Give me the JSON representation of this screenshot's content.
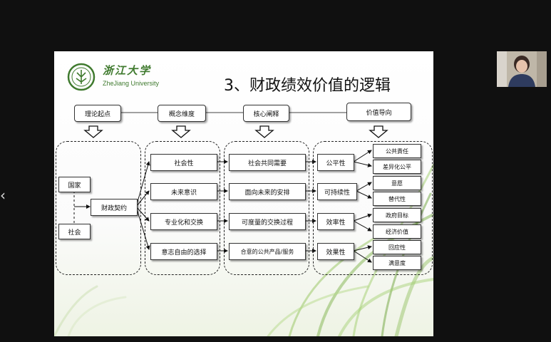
{
  "nav": {
    "prev_icon": "‹"
  },
  "slide": {
    "university_cn": "浙江大学",
    "university_en": "ZheJiang University",
    "title": "3、财政绩效价值的逻辑"
  },
  "headers": [
    "理论起点",
    "概念维度",
    "核心阐释",
    "价值导向"
  ],
  "col1": {
    "country": "国家",
    "society": "社会",
    "contract": "财政契约"
  },
  "col2": [
    "社会性",
    "未来意识",
    "专业化和交换",
    "意志自由的选择"
  ],
  "col3": [
    "社会共同需要",
    "面向未来的安排",
    "可度量的交换过程",
    "合意的公共产品/服务"
  ],
  "col4": [
    "公平性",
    "可持续性",
    "效率性",
    "效果性"
  ],
  "col5": [
    "公共責任",
    "差异化公平",
    "意愿",
    "替代性",
    "政府目标",
    "经济价值",
    "回应性",
    "满意度"
  ]
}
